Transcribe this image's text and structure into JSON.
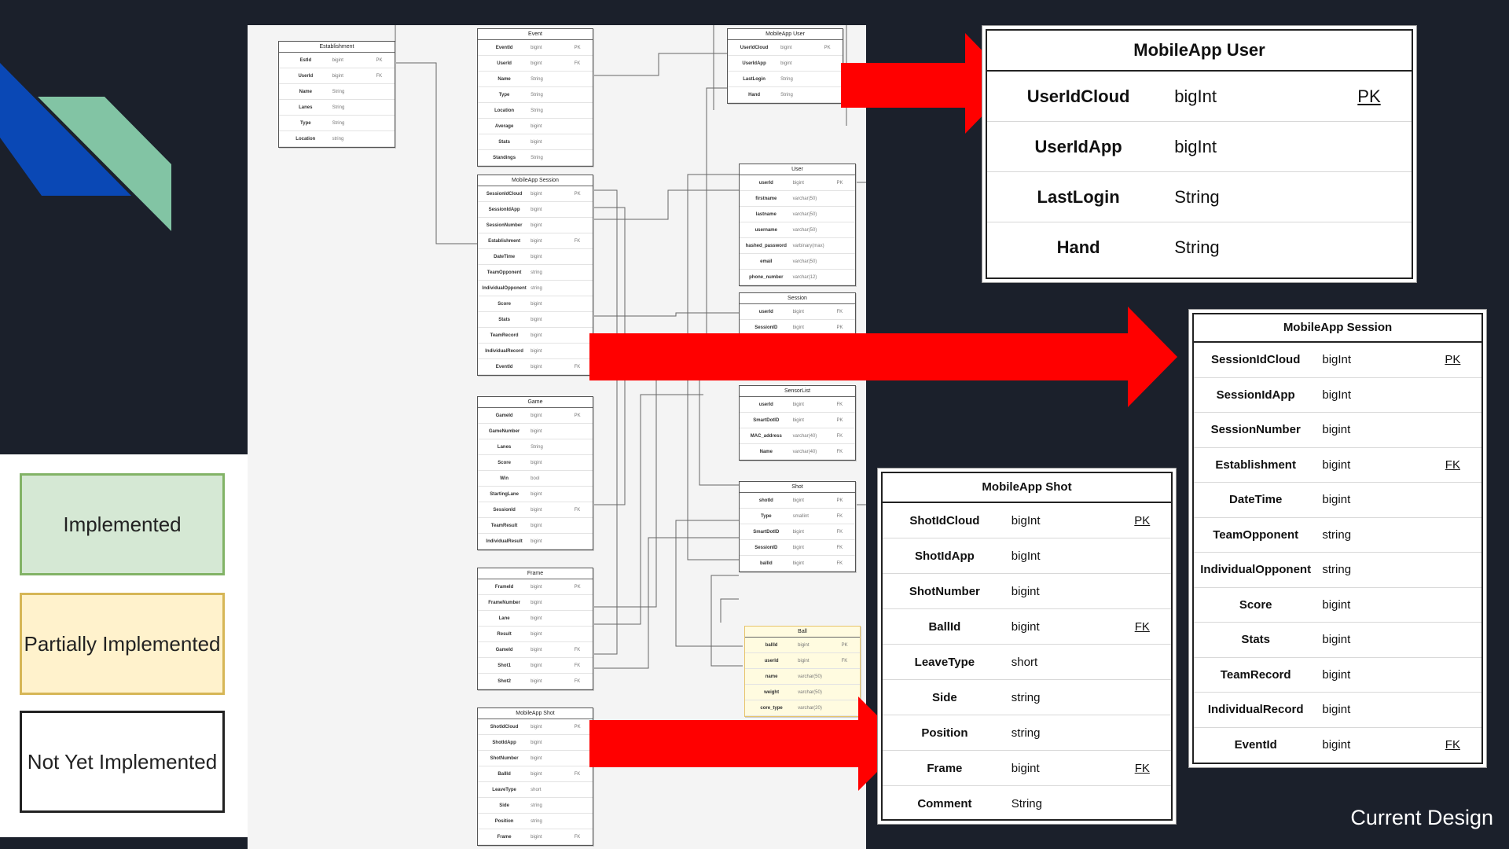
{
  "colors": {
    "background": "#1b202b",
    "arrow": "#ff0000",
    "implemented": "#d5e8d4",
    "partial": "#fff2cc",
    "not_implemented": "#ffffff",
    "logo_blue": "#0a48b5",
    "logo_green": "#82c4a4"
  },
  "footer": {
    "label": "Current Design"
  },
  "legend": {
    "implemented": "Implemented",
    "partial": "Partially Implemented",
    "not_implemented": "Not Yet Implemented"
  },
  "small_tables": [
    {
      "title": "Establishment",
      "rows": [
        [
          "EstId",
          "bigint",
          "PK"
        ],
        [
          "UserId",
          "bigint",
          "FK"
        ],
        [
          "Name",
          "String",
          ""
        ],
        [
          "Lanes",
          "String",
          ""
        ],
        [
          "Type",
          "String",
          ""
        ],
        [
          "Location",
          "string",
          ""
        ]
      ]
    },
    {
      "title": "Event",
      "rows": [
        [
          "EventId",
          "bigint",
          "PK"
        ],
        [
          "UserId",
          "bigint",
          "FK"
        ],
        [
          "Name",
          "String",
          ""
        ],
        [
          "Type",
          "String",
          ""
        ],
        [
          "Location",
          "String",
          ""
        ],
        [
          "Average",
          "bigint",
          ""
        ],
        [
          "Stats",
          "bigint",
          ""
        ],
        [
          "Standings",
          "String",
          ""
        ]
      ]
    },
    {
      "title": "MobileApp User",
      "rows": [
        [
          "UserIdCloud",
          "bigint",
          "PK"
        ],
        [
          "UserIdApp",
          "bigint",
          ""
        ],
        [
          "LastLogin",
          "String",
          ""
        ],
        [
          "Hand",
          "String",
          ""
        ]
      ]
    },
    {
      "title": "MobileApp Session",
      "rows": [
        [
          "SessionIdCloud",
          "bigint",
          "PK"
        ],
        [
          "SessionIdApp",
          "bigint",
          ""
        ],
        [
          "SessionNumber",
          "bigint",
          ""
        ],
        [
          "Establishment",
          "bigint",
          "FK"
        ],
        [
          "DateTime",
          "bigint",
          ""
        ],
        [
          "TeamOpponent",
          "string",
          ""
        ],
        [
          "IndividualOpponent",
          "string",
          ""
        ],
        [
          "Score",
          "bigint",
          ""
        ],
        [
          "Stats",
          "bigint",
          ""
        ],
        [
          "TeamRecord",
          "bigint",
          ""
        ],
        [
          "IndividualRecord",
          "bigint",
          ""
        ],
        [
          "EventId",
          "bigint",
          "FK"
        ]
      ]
    },
    {
      "title": "User",
      "rows": [
        [
          "userId",
          "bigint",
          "PK"
        ],
        [
          "firstname",
          "varchar(50)",
          ""
        ],
        [
          "lastname",
          "varchar(50)",
          ""
        ],
        [
          "username",
          "varchar(50)",
          ""
        ],
        [
          "hashed_password",
          "varbinary(max)",
          ""
        ],
        [
          "email",
          "varchar(50)",
          ""
        ],
        [
          "phone_number",
          "varchar(12)",
          ""
        ]
      ]
    },
    {
      "title": "Session",
      "rows": [
        [
          "userId",
          "bigint",
          "FK"
        ],
        [
          "SessionID",
          "bigint",
          "PK"
        ]
      ]
    },
    {
      "title": "Game",
      "rows": [
        [
          "GameId",
          "bigint",
          "PK"
        ],
        [
          "GameNumber",
          "bigint",
          ""
        ],
        [
          "Lanes",
          "String",
          ""
        ],
        [
          "Score",
          "bigint",
          ""
        ],
        [
          "Win",
          "bool",
          ""
        ],
        [
          "StartingLane",
          "bigint",
          ""
        ],
        [
          "SessionId",
          "bigint",
          "FK"
        ],
        [
          "TeamResult",
          "bigint",
          ""
        ],
        [
          "IndividualResult",
          "bigint",
          ""
        ]
      ]
    },
    {
      "title": "SensorList",
      "rows": [
        [
          "userId",
          "bigint",
          "FK"
        ],
        [
          "SmartDotID",
          "bigint",
          "PK"
        ],
        [
          "MAC_address",
          "varchar(40)",
          "FK"
        ],
        [
          "Name",
          "varchar(40)",
          "FK"
        ]
      ]
    },
    {
      "title": "Shot",
      "rows": [
        [
          "shotId",
          "bigint",
          "PK"
        ],
        [
          "Type",
          "smallint",
          "FK"
        ],
        [
          "SmartDotID",
          "bigint",
          "FK"
        ],
        [
          "SessionID",
          "bigint",
          "FK"
        ],
        [
          "ballId",
          "bigint",
          "FK"
        ]
      ]
    },
    {
      "title": "Frame",
      "rows": [
        [
          "FrameId",
          "bigint",
          "PK"
        ],
        [
          "FrameNumber",
          "bigint",
          ""
        ],
        [
          "Lane",
          "bigint",
          ""
        ],
        [
          "Result",
          "bigint",
          ""
        ],
        [
          "GameId",
          "bigint",
          "FK"
        ],
        [
          "Shot1",
          "bigint",
          "FK"
        ],
        [
          "Shot2",
          "bigint",
          "FK"
        ]
      ]
    },
    {
      "title": "Ball",
      "rows": [
        [
          "ballId",
          "bigint",
          "PK"
        ],
        [
          "userId",
          "bigint",
          "FK"
        ],
        [
          "name",
          "varchar(50)",
          ""
        ],
        [
          "weight",
          "varchar(50)",
          ""
        ],
        [
          "core_type",
          "varchar(20)",
          ""
        ]
      ]
    },
    {
      "title": "MobileApp Shot",
      "rows": [
        [
          "ShotIdCloud",
          "bigint",
          "PK"
        ],
        [
          "ShotIdApp",
          "bigint",
          ""
        ],
        [
          "ShotNumber",
          "bigint",
          ""
        ],
        [
          "BallId",
          "bigint",
          "FK"
        ],
        [
          "LeaveType",
          "short",
          ""
        ],
        [
          "Side",
          "string",
          ""
        ],
        [
          "Position",
          "string",
          ""
        ],
        [
          "Frame",
          "bigint",
          "FK"
        ]
      ]
    }
  ],
  "zoom_tables": [
    {
      "title": "MobileApp User",
      "rows": [
        [
          "UserIdCloud",
          "bigInt",
          "PK"
        ],
        [
          "UserIdApp",
          "bigInt",
          ""
        ],
        [
          "LastLogin",
          "String",
          ""
        ],
        [
          "Hand",
          "String",
          ""
        ]
      ]
    },
    {
      "title": "MobileApp Session",
      "rows": [
        [
          "SessionIdCloud",
          "bigInt",
          "PK"
        ],
        [
          "SessionIdApp",
          "bigInt",
          ""
        ],
        [
          "SessionNumber",
          "bigint",
          ""
        ],
        [
          "Establishment",
          "bigint",
          "FK"
        ],
        [
          "DateTime",
          "bigint",
          ""
        ],
        [
          "TeamOpponent",
          "string",
          ""
        ],
        [
          "IndividualOpponent",
          "string",
          ""
        ],
        [
          "Score",
          "bigint",
          ""
        ],
        [
          "Stats",
          "bigint",
          ""
        ],
        [
          "TeamRecord",
          "bigint",
          ""
        ],
        [
          "IndividualRecord",
          "bigint",
          ""
        ],
        [
          "EventId",
          "bigint",
          "FK"
        ]
      ]
    },
    {
      "title": "MobileApp Shot",
      "rows": [
        [
          "ShotIdCloud",
          "bigInt",
          "PK"
        ],
        [
          "ShotIdApp",
          "bigInt",
          ""
        ],
        [
          "ShotNumber",
          "bigint",
          ""
        ],
        [
          "BallId",
          "bigint",
          "FK"
        ],
        [
          "LeaveType",
          "short",
          ""
        ],
        [
          "Side",
          "string",
          ""
        ],
        [
          "Position",
          "string",
          ""
        ],
        [
          "Frame",
          "bigint",
          "FK"
        ],
        [
          "Comment",
          "String",
          ""
        ]
      ]
    }
  ]
}
